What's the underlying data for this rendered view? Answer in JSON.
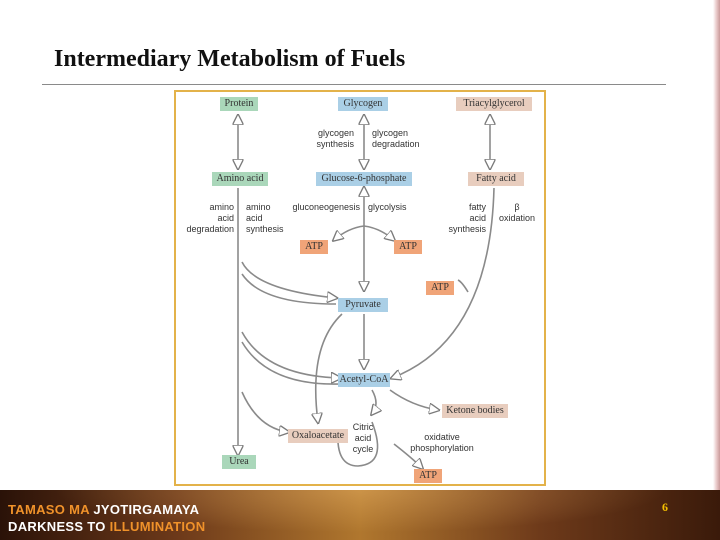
{
  "slide": {
    "title": "Intermediary Metabolism of Fuels",
    "page_number": "6"
  },
  "footer": {
    "line1_a": "TAMASO MA",
    "line1_b": "JYOTIRGAMAYA",
    "line2_a": "DARKNESS TO",
    "line2_b": "ILLUMINATION"
  },
  "diagram": {
    "nodes": {
      "protein": "Protein",
      "glycogen": "Glycogen",
      "triacylglycerol": "Triacylglycerol",
      "amino_acid": "Amino acid",
      "glucose6p": "Glucose-6-phosphate",
      "fatty_acid": "Fatty acid",
      "atp_left": "ATP",
      "atp_right": "ATP",
      "atp_fatty": "ATP",
      "pyruvate": "Pyruvate",
      "acetyl_coa": "Acetyl-CoA",
      "ketone_bodies": "Ketone bodies",
      "oxaloacetate": "Oxaloacetate",
      "urea": "Urea",
      "atp_bottom": "ATP"
    },
    "labels": {
      "glycogen_synthesis_1": "glycogen",
      "glycogen_synthesis_2": "synthesis",
      "glycogen_degradation_1": "glycogen",
      "glycogen_degradation_2": "degradation",
      "aa_degradation_1": "amino",
      "aa_degradation_2": "acid",
      "aa_degradation_3": "degradation",
      "aa_synthesis_1": "amino",
      "aa_synthesis_2": "acid",
      "aa_synthesis_3": "synthesis",
      "gluconeogenesis": "gluconeogenesis",
      "glycolysis": "glycolysis",
      "fa_synthesis_1": "fatty",
      "fa_synthesis_2": "acid",
      "fa_synthesis_3": "synthesis",
      "beta_1": "β",
      "beta_2": "oxidation",
      "citric_1": "Citric",
      "citric_2": "acid",
      "citric_3": "cycle",
      "oxphos_1": "oxidative",
      "oxphos_2": "phosphorylation"
    }
  },
  "colors": {
    "frame_border": "#e3b24a",
    "blue_box": "#aacfe6",
    "green_box": "#aad7ba",
    "tan_box": "#e8cdbe",
    "orange_box": "#f0a478"
  }
}
